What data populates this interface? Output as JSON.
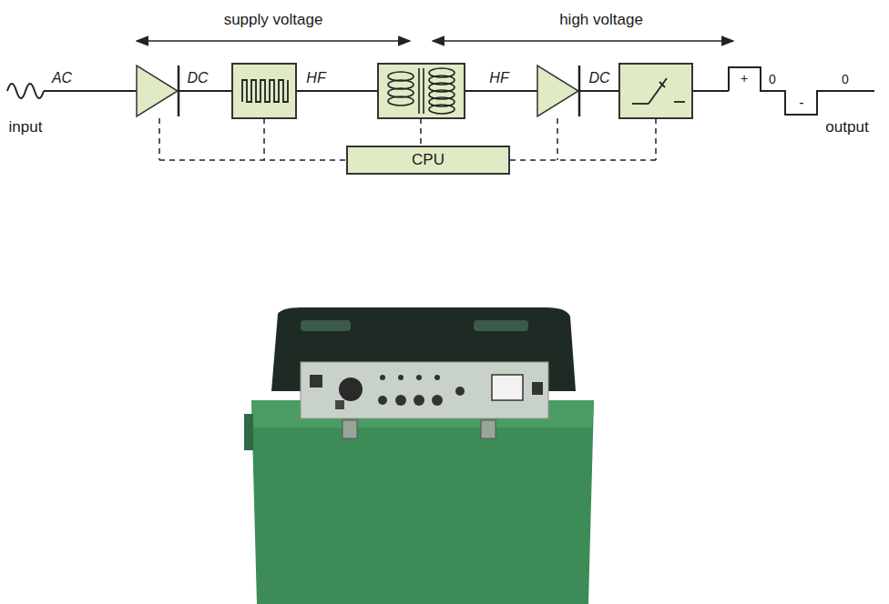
{
  "diagram": {
    "nodes": [
      {
        "text": [
          "CPU"
        ]
      }
    ],
    "labels": [
      "supply voltage",
      "high voltage",
      "AC",
      "DC",
      "HF",
      "HF",
      "DC",
      "input",
      "+",
      "0",
      "-",
      "0",
      "output"
    ]
  }
}
